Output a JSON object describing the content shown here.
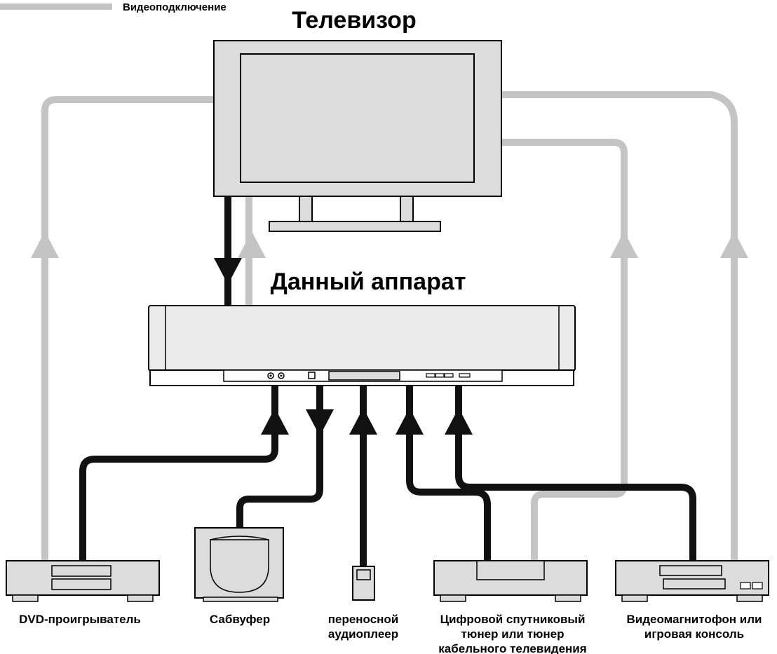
{
  "legend": {
    "label": "Видеоподключение"
  },
  "titles": {
    "tv": "Телевизор",
    "unit": "Данный аппарат"
  },
  "devices": {
    "dvd": {
      "label": "DVD-проигрыватель"
    },
    "subwoofer": {
      "label": "Сабвуфер"
    },
    "audio_player": {
      "label_lines": [
        "переносной",
        "аудиоплеер"
      ]
    },
    "tuner": {
      "label_lines": [
        "Цифровой спутниковый",
        "тюнер или тюнер",
        "кабельного телевидения"
      ]
    },
    "vcr": {
      "label_lines": [
        "Видеомагнитофон или",
        "игровая консоль"
      ]
    }
  },
  "colors": {
    "video_cable": "#c4c4c4",
    "audio_cable": "#111111",
    "device_fill": "#dcdcdc",
    "screen_fill": "#dcdcdc",
    "outline": "#000000"
  }
}
